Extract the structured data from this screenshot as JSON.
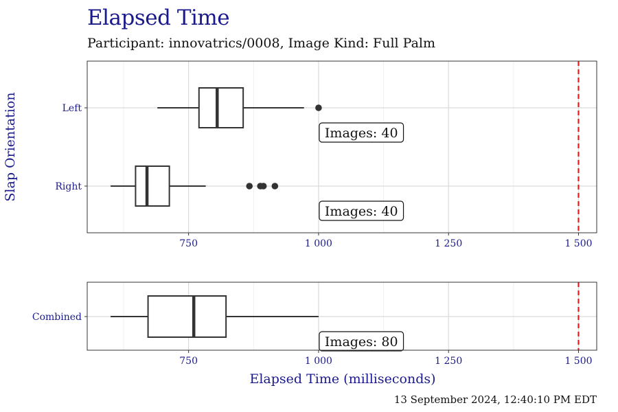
{
  "title": "Elapsed Time",
  "subtitle": "Participant: innovatrics/0008, Image Kind: Full Palm",
  "footer": "13 September 2024, 12:40:10 PM EDT",
  "colors": {
    "title": "#1a1a8c",
    "reference_line": "#e8191c",
    "box": "#333333"
  },
  "chart_data": {
    "type": "boxplot",
    "orientation": "horizontal",
    "xlabel": "Elapsed Time (milliseconds)",
    "ylabel": "Slap Orientation",
    "xlim": [
      555,
      1535
    ],
    "x_ticks": [
      750,
      1000,
      1250,
      1500
    ],
    "x_tick_labels": [
      "750",
      "1 000",
      "1 250",
      "1 500"
    ],
    "reference_line": 1500,
    "grid": true,
    "panels": [
      {
        "name": "by-orientation",
        "categories": [
          {
            "label": "Left",
            "whisker_low": 690,
            "q1": 770,
            "median": 805,
            "q3": 855,
            "whisker_high": 972,
            "outliers": [
              1000
            ],
            "annotation": "Images: 40"
          },
          {
            "label": "Right",
            "whisker_low": 600,
            "q1": 648,
            "median": 670,
            "q3": 713,
            "whisker_high": 783,
            "outliers": [
              867,
              888,
              894,
              916
            ],
            "annotation": "Images: 40"
          }
        ]
      },
      {
        "name": "combined",
        "categories": [
          {
            "label": "Combined",
            "whisker_low": 600,
            "q1": 672,
            "median": 760,
            "q3": 822,
            "whisker_high": 1000,
            "outliers": [],
            "annotation": "Images: 80"
          }
        ]
      }
    ]
  }
}
